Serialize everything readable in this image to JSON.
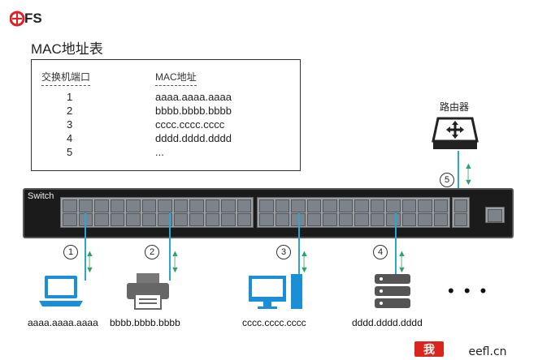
{
  "brand": {
    "logo_text": "FS"
  },
  "table": {
    "title": "MAC地址表",
    "headers": [
      "交换机端口",
      "MAC地址"
    ],
    "rows": [
      {
        "port": "1",
        "mac": "aaaa.aaaa.aaaa"
      },
      {
        "port": "2",
        "mac": "bbbb.bbbb.bbbb"
      },
      {
        "port": "3",
        "mac": "cccc.cccc.cccc"
      },
      {
        "port": "4",
        "mac": "dddd.dddd.dddd"
      },
      {
        "port": "5",
        "mac": "..."
      }
    ]
  },
  "switch": {
    "label": "Switch"
  },
  "router": {
    "label": "路由器",
    "port": "5"
  },
  "devices": [
    {
      "type": "laptop-icon",
      "port": "1",
      "mac": "aaaa.aaaa.aaaa"
    },
    {
      "type": "printer-icon",
      "port": "2",
      "mac": "bbbb.bbbb.bbbb"
    },
    {
      "type": "computer-icon",
      "port": "3",
      "mac": "cccc.cccc.cccc"
    },
    {
      "type": "server-icon",
      "port": "4",
      "mac": "dddd.dddd.dddd"
    }
  ],
  "more": "• • •",
  "colors": {
    "brand_red": "#e31e24",
    "link_blue": "#2aa5d8",
    "arrow_green": "#2ea06a",
    "device_blue": "#1a8fd6",
    "device_gray": "#555555"
  }
}
